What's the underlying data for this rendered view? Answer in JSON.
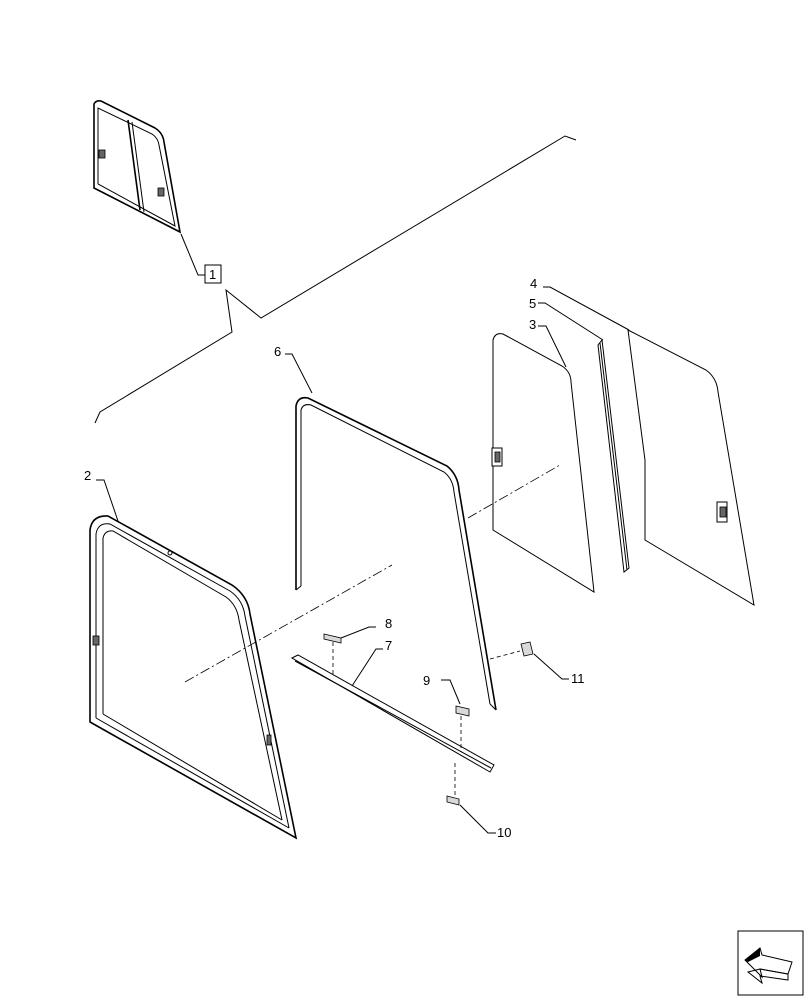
{
  "callouts": {
    "p1": "1",
    "p2": "2",
    "p3": "3",
    "p4": "4",
    "p5": "5",
    "p6": "6",
    "p7": "7",
    "p8": "8",
    "p9": "9",
    "p10": "10",
    "p11": "11"
  },
  "icons": {
    "assembly_thumbnail": "window-assembly-thumbnail",
    "nav": "arrow-icon"
  }
}
